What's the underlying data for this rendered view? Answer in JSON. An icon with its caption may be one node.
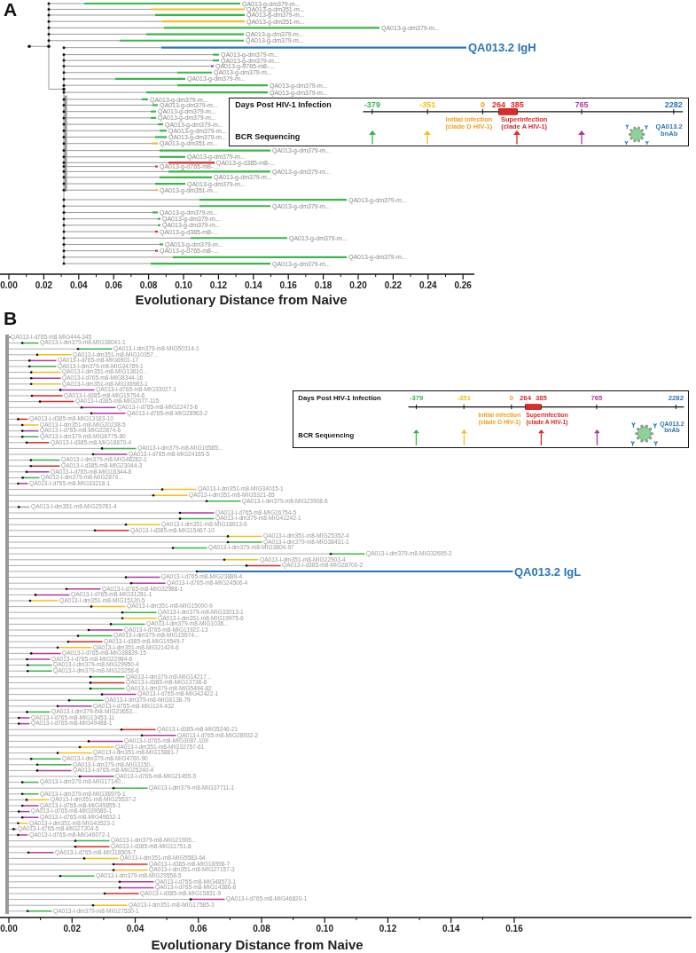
{
  "diagram": {
    "labels": [
      "A",
      "QA013-g-dm379-m...",
      "QA013-g-dm351-m...",
      "QA013-g-dm379-m...",
      "QA013-g-dm351-m...",
      "QA013-g-dm379-m...",
      "QA013-g-dm379-m...",
      "QA013-g-dm379-m...",
      "QA013.2 IgH",
      "QA013-g-dm379-m...",
      "QA013-g-dm379-m...",
      "QA013-g-d765-m8-...",
      "QA013-g-dm379-m...",
      "QA013-g-dm379-m...",
      "QA013-g-dm379-m...",
      "QA013-g-dm379-m...",
      "QA013-g-dm379-m...",
      "QA013-g-dm379-m...",
      "QA013-g-dm379-m...",
      "QA013-g-dm379-m...",
      "QA013-g-dm379-m...",
      "QA013-g-dm379-m...",
      "QA013-g-dm379-m...",
      "QA013-g-dm351-m...",
      "QA013-g-dm379-m...",
      "QA013-g-dm379-m...",
      "QA013-g-d385-m8-...",
      "QA013-g-d765-m8-...",
      "QA013-g-dm379-m...",
      "QA013-g-dm379-m...",
      "QA013-g-dm379-m...",
      "QA013-g-dm351-m...",
      "QA013-g-dm379-m...",
      "QA013-g-dm379-m...",
      "QA013-g-dm379-m...",
      "QA013-g-dm379-m...",
      "QA013-g-dm379-m...",
      "QA013-g-d385-m8-...",
      "QA013-g-dm379-m...",
      "QA013-g-dm379-m...",
      "QA013-g-d765-m8-...",
      "QA013-g-dm379-m...",
      "QA013-g-dm379-m...",
      "Days Post HIV-1 Infection",
      "-379",
      "-351",
      "0",
      "264",
      "385",
      "765",
      "2282",
      "Initial infection (clade D HIV-1)",
      "Superinfection (clade A HIV-1)",
      "BCR Sequencing",
      "QA013.2 bnAb",
      "0.00",
      "0.02",
      "0.04",
      "0.06",
      "0.08",
      "0.10",
      "0.12",
      "0.14",
      "0.16",
      "0.18",
      "0.20",
      "0.22",
      "0.24",
      "0.26",
      "Evolutionary Distance from Naive",
      "B",
      "QA013-l-d765-m8-MIG444-345",
      "QA013-l-dm379-m8-MIG38041-1",
      "QA013-l-dm379-m8-MIG50314-1",
      "QA013-l-dm351-m8-MIG10357...",
      "QA013-l-d765-m8-MIG6901-17",
      "QA013-l-dm379-m8-MIG34789-1",
      "QA013-l-dm351-m8-MIG13610...",
      "QA013-l-d765-m8-MIG8344-16",
      "QA013-l-dm351-m8-MIG36983-1",
      "QA013-l-d765-m8-MIG33027-1",
      "QA013-l-d385-m8-MIG19794-6",
      "QA013-l-d385-m8-MIG2077-115",
      "QA013-l-d765-m8-MIG22473-6",
      "QA013-l-d765-m8-MIG28963-2",
      "QA013-l-d385-m8-MIG13183-10",
      "QA013-l-dm351-m8-MIG20238-5",
      "QA013-l-d765-m8-MIG22874-6",
      "QA013-l-dm379-m8-MIG6775-80",
      "QA013-l-d385-m8-MIG18670-4",
      "QA013-l-dm379-m8-MIG16585...",
      "QA013-l-d765-m8-MIG24165-5",
      "QA013-l-dm379-m8-MIG48282-1",
      "QA013-l-d385-m8-MIG23044-3",
      "QA013-l-d765-m8-MIG16344-8",
      "QA013-l-dm379-m8-MIG2874...",
      "QA013-l-d765-m8-MIG33218-1",
      "QA013-l-dm351-m8-MIG34015-1",
      "QA013-l-dm351-m8-MIG5321-65",
      "QA013-l-dm379-m8-MIG23908-6",
      "QA013-l-dm351-m8-MIG25781-4",
      "QA013-l-d765-m8-MIG16754-5",
      "QA013-l-dm379-m8-MIG41242-1",
      "QA013-l-dm351-m8-MIG18613-6",
      "QA013-l-d385-m8-MIG15467-10",
      "QA013-l-dm351-m8-MIG25352-4",
      "QA013-l-dm379-m8-MIG38431-1",
      "QA013-l-dm379-m8-MIG3804-97",
      "QA013-l-dm379-m8-MIG32695-2",
      "QA013-l-dm351-m8-MIG22903-4",
      "QA013-l-d385-m8-MIG28700-2",
      "QA013.2 IgL",
      "QA013-l-d765-m8-MIG23889-4",
      "QA013-l-d765-m8-MIG24506-4",
      "QA013-l-d765-m8-MIG32988-1",
      "QA013-l-d765-m8-MIG31281-1",
      "QA013-l-dm351-m8-MIG15120-5",
      "QA013-l-dm351-m8-MIG15000-9",
      "QA013-l-dm379-m8-MIG33013-1",
      "QA013-l-dm351-m8-MIG19975-6",
      "QA013-l-dm379-m8-MIG1036...",
      "QA013-l-d765-m8-MIG11922-13",
      "QA013-l-dm379-m8-MIG15574...",
      "QA013-l-d385-m8-MIG19549-7",
      "QA013-l-dm351-m8-MIG21424-6",
      "QA013-l-d765-m8-MIG38839-15",
      "QA013-l-d765-m8-MIG22984-6",
      "QA013-l-dm379-m8-MIG29950-4",
      "QA013-l-dm379-m8-MIG23258-6",
      "QA013-l-dm379-m8-MIG14217...",
      "QA013-l-d385-m8-MIG13736-8",
      "QA013-l-dm379-m8-MIG5494-82",
      "QA013-l-d765-m8-MIG42422-1",
      "QA013-l-dm379-m8-MIG8138-79",
      "QA013-l-d765-m8-MIG124-432",
      "QA013-l-dm379-m8-MIG23653...",
      "QA013-l-d765-m8-MIG13453-11",
      "QA013-l-d765-m8-MIG49488-1",
      "QA013-l-d385-m8-MIG5246-21",
      "QA013-l-d765-m8-MIG28932-2",
      "QA013-l-d765-m8-MIG3087-109",
      "QA013-l-dm351-m8-MIG32757-61",
      "QA013-l-dm351-m8-MIG15881-7",
      "QA013-l-dm379-m8-MIG4760-90",
      "QA013-l-dm379-m8-MIG3150...",
      "QA013-l-d765-m8-MIG25240-4",
      "QA013-l-d765-m8-MIG21455-5",
      "QA013-l-dm379-m8-MIG17140...",
      "QA013-l-dm379-m8-MIG37711-1",
      "QA013-l-dm379-m8-MIG38976-1",
      "QA013-l-dm351-m8-MIG25537-2",
      "QA013-l-d765-m8-MIG49855-1",
      "QA013-l-d765-m8-MIG39580-1",
      "QA013-l-d765-m8-MIG49632-1",
      "QA013-l-dm351-m8-MIG43523-1",
      "QA013-l-d765-m8-MIG27204-5",
      "QA013-l-d765-m8-MIG46072-1",
      "QA013-l-dm379-m8-MIG21905...",
      "QA013-l-d385-m8-MIG11751-8",
      "QA013-l-d765-m8-MIG18509-7",
      "QA013-l-dm351-m8-MIG5583-64",
      "QA013-l-d385-m8-MIG18598-7",
      "QA013-l-dm351-m8-MIG27157-3",
      "QA013-l-dm379-m8-MIG29558-5",
      "QA013-l-d765-m8-MIG48573-1",
      "QA013-l-d765-m8-MIG14386-8",
      "QA013-l-d385-m8-MIG15831-9",
      "QA013-l-d765-m8-MIG46820-1",
      "QA013-l-dm351-m8-MIG17585-3",
      "QA013-l-dm379-m8-MIG27530-1",
      "Days Post HIV-1 Infection",
      "-379",
      "-351",
      "0",
      "264",
      "385",
      "765",
      "2282",
      "Initial infection (clade D HIV-1)",
      "Superinfection (clade A HIV-1)",
      "BCR Sequencing",
      "QA013.2 bnAb",
      "0.00",
      "0.02",
      "0.04",
      "0.06",
      "0.08",
      "0.10",
      "0.12",
      "0.14",
      "0.16",
      "Evolutionary Distance from Naive"
    ]
  }
}
